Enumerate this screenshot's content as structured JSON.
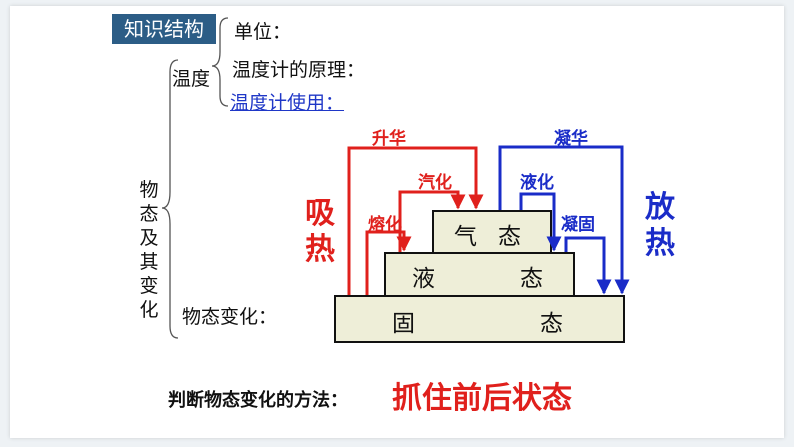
{
  "badge": "知识结构",
  "tree": {
    "unit": "单位：",
    "principle": "温度计的原理：",
    "usage": "温度计使用：",
    "temperature": "温度",
    "root": [
      "物",
      "态",
      "及",
      "其",
      "变",
      "化"
    ],
    "change": "物态变化："
  },
  "diagram": {
    "absorb": [
      "吸",
      "热"
    ],
    "release": [
      "放",
      "热"
    ],
    "sublimation": "升华",
    "deposition": "凝华",
    "vaporization": "汽化",
    "liquefaction": "液化",
    "melting": "熔化",
    "solidification": "凝固",
    "gas": [
      "气",
      "态"
    ],
    "liquid": [
      "液",
      "态"
    ],
    "solid": [
      "固",
      "态"
    ],
    "colors": {
      "absorb": "#e0201c",
      "release": "#1a2cc8"
    }
  },
  "summary": {
    "prefix": "判断物态变化的方法：",
    "key": "抓住前后状态"
  }
}
